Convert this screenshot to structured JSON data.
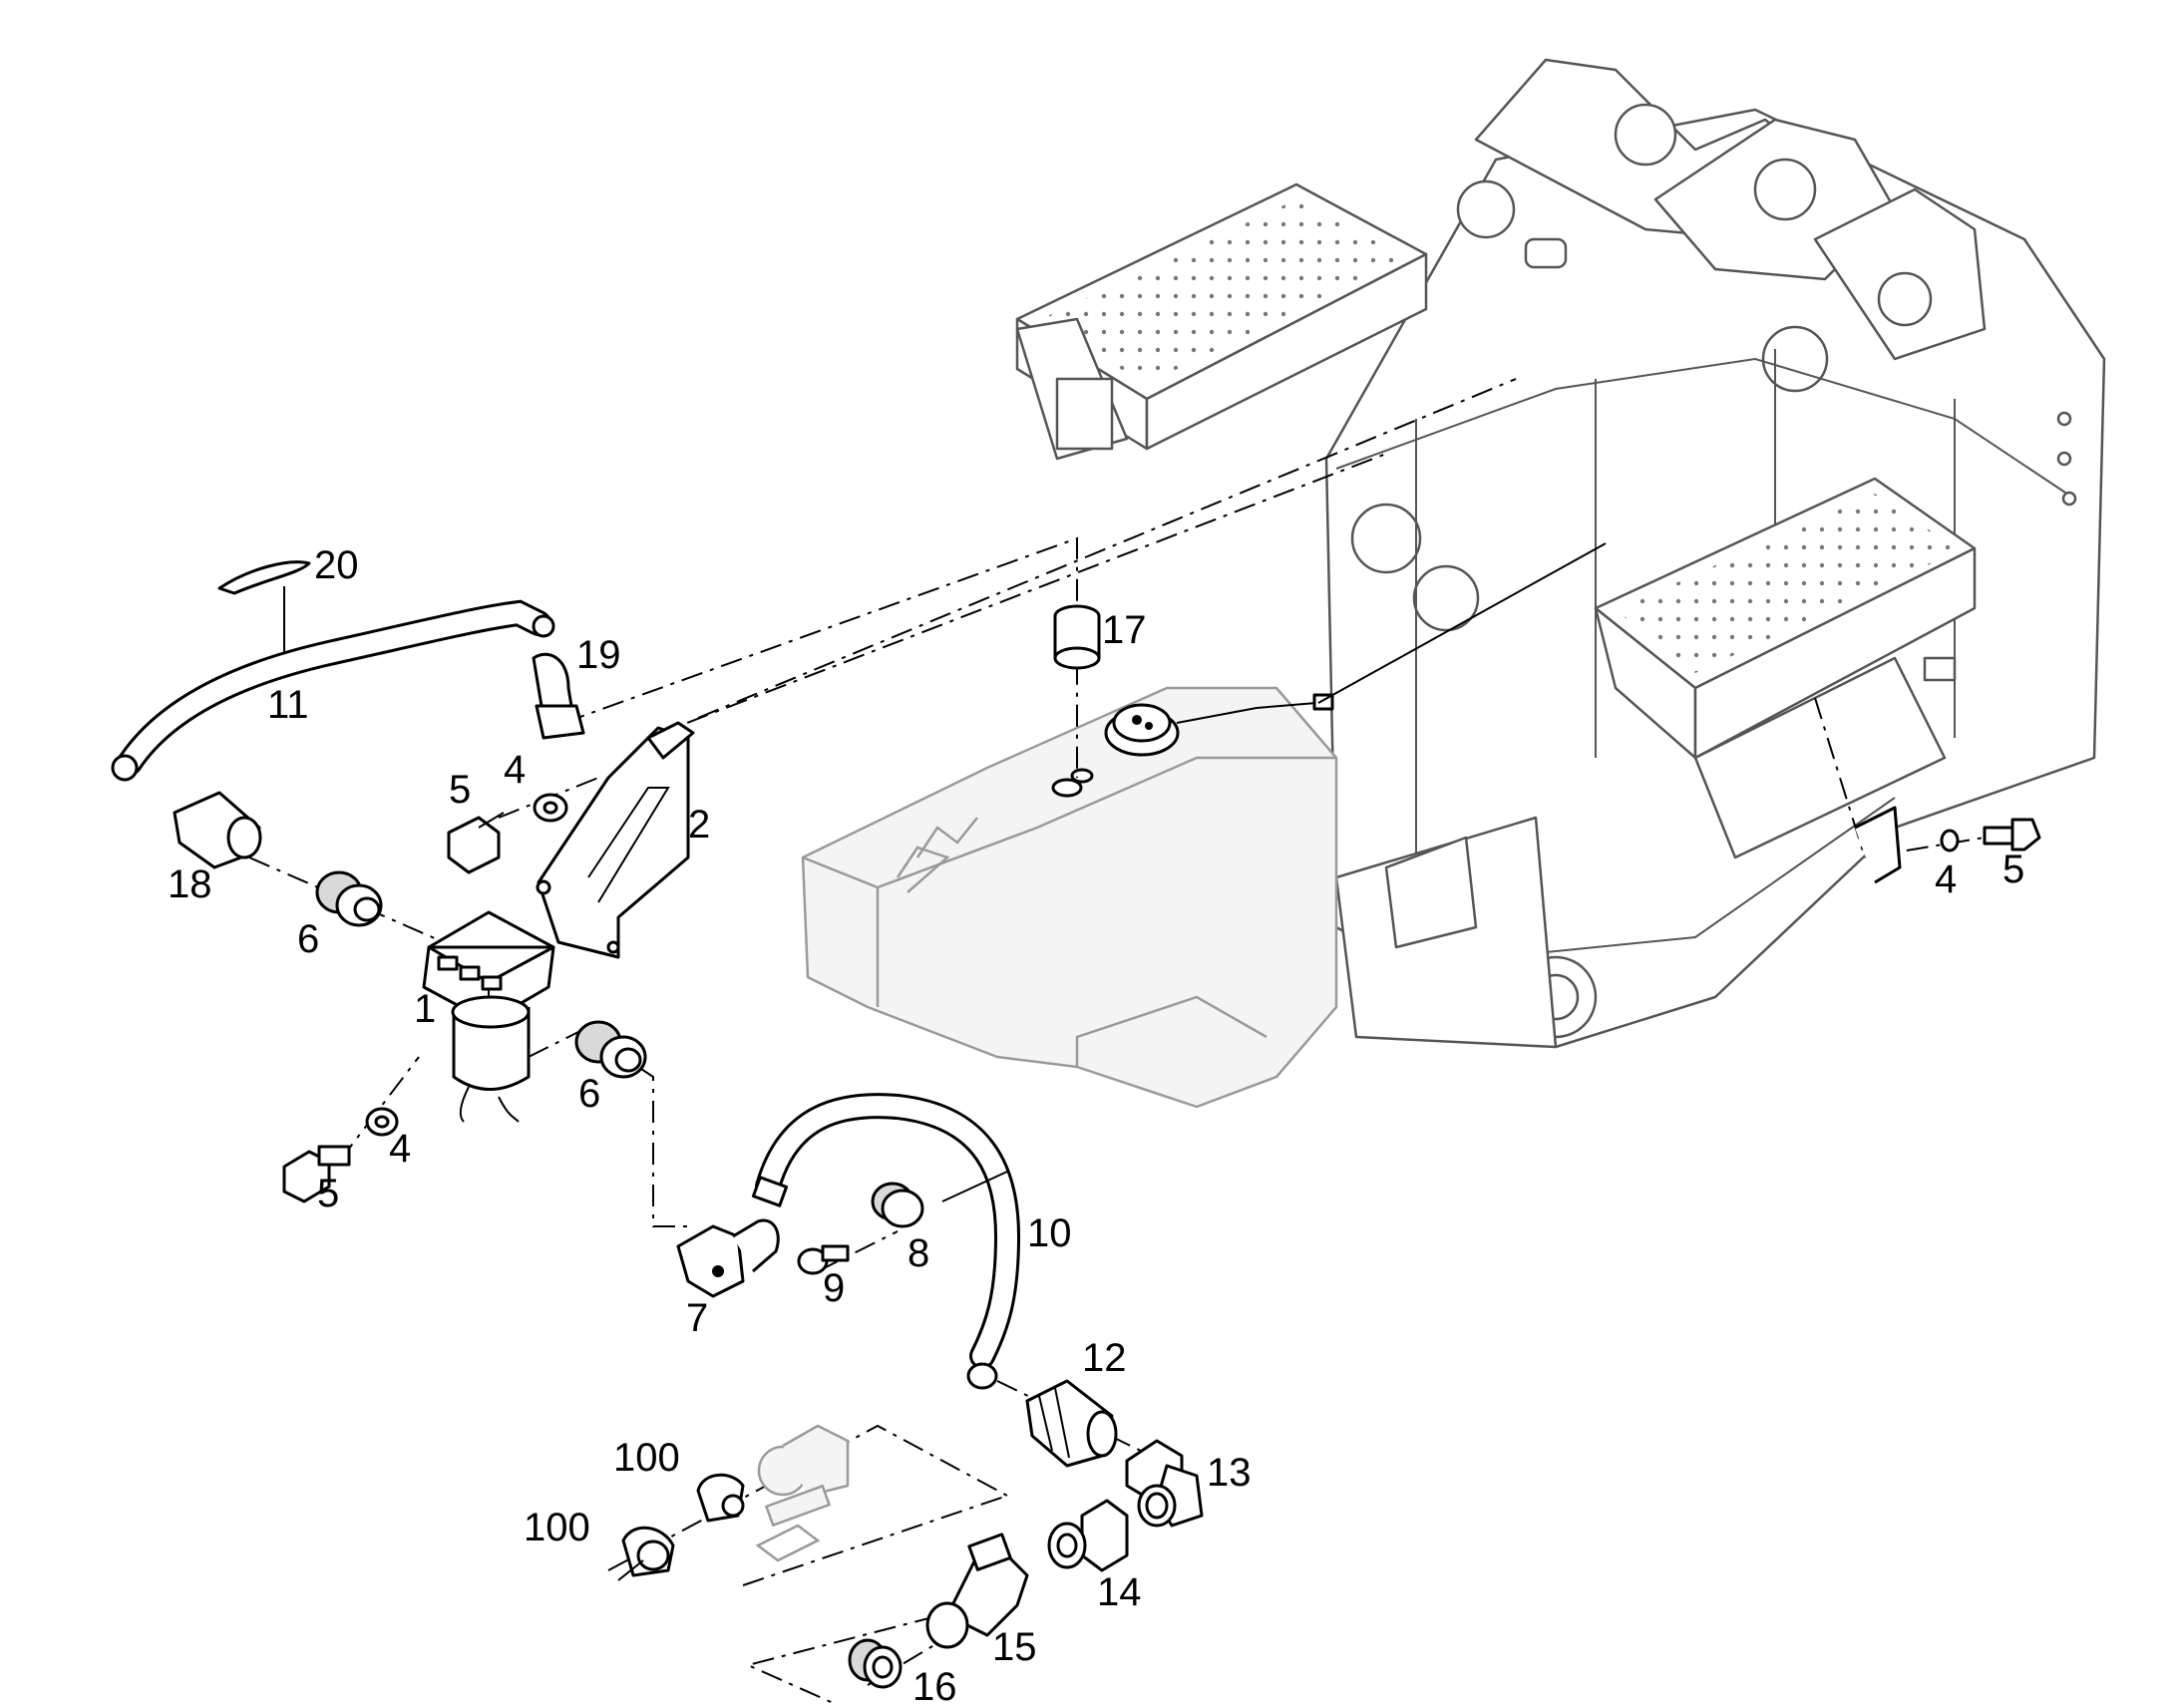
{
  "parts": [
    {
      "id": "p1",
      "label": "1"
    },
    {
      "id": "p2",
      "label": "2"
    },
    {
      "id": "p4a",
      "label": "4"
    },
    {
      "id": "p4b",
      "label": "4"
    },
    {
      "id": "p4c",
      "label": "4"
    },
    {
      "id": "p5a",
      "label": "5"
    },
    {
      "id": "p5b",
      "label": "5"
    },
    {
      "id": "p5c",
      "label": "5"
    },
    {
      "id": "p6a",
      "label": "6"
    },
    {
      "id": "p6b",
      "label": "6"
    },
    {
      "id": "p7",
      "label": "7"
    },
    {
      "id": "p8",
      "label": "8"
    },
    {
      "id": "p9",
      "label": "9"
    },
    {
      "id": "p10",
      "label": "10"
    },
    {
      "id": "p11",
      "label": "11"
    },
    {
      "id": "p12",
      "label": "12"
    },
    {
      "id": "p13",
      "label": "13"
    },
    {
      "id": "p14",
      "label": "14"
    },
    {
      "id": "p15",
      "label": "15"
    },
    {
      "id": "p16",
      "label": "16"
    },
    {
      "id": "p17",
      "label": "17"
    },
    {
      "id": "p18",
      "label": "18"
    },
    {
      "id": "p19",
      "label": "19"
    },
    {
      "id": "p20",
      "label": "20"
    },
    {
      "id": "p100a",
      "label": "100"
    },
    {
      "id": "p100b",
      "label": "100"
    }
  ]
}
